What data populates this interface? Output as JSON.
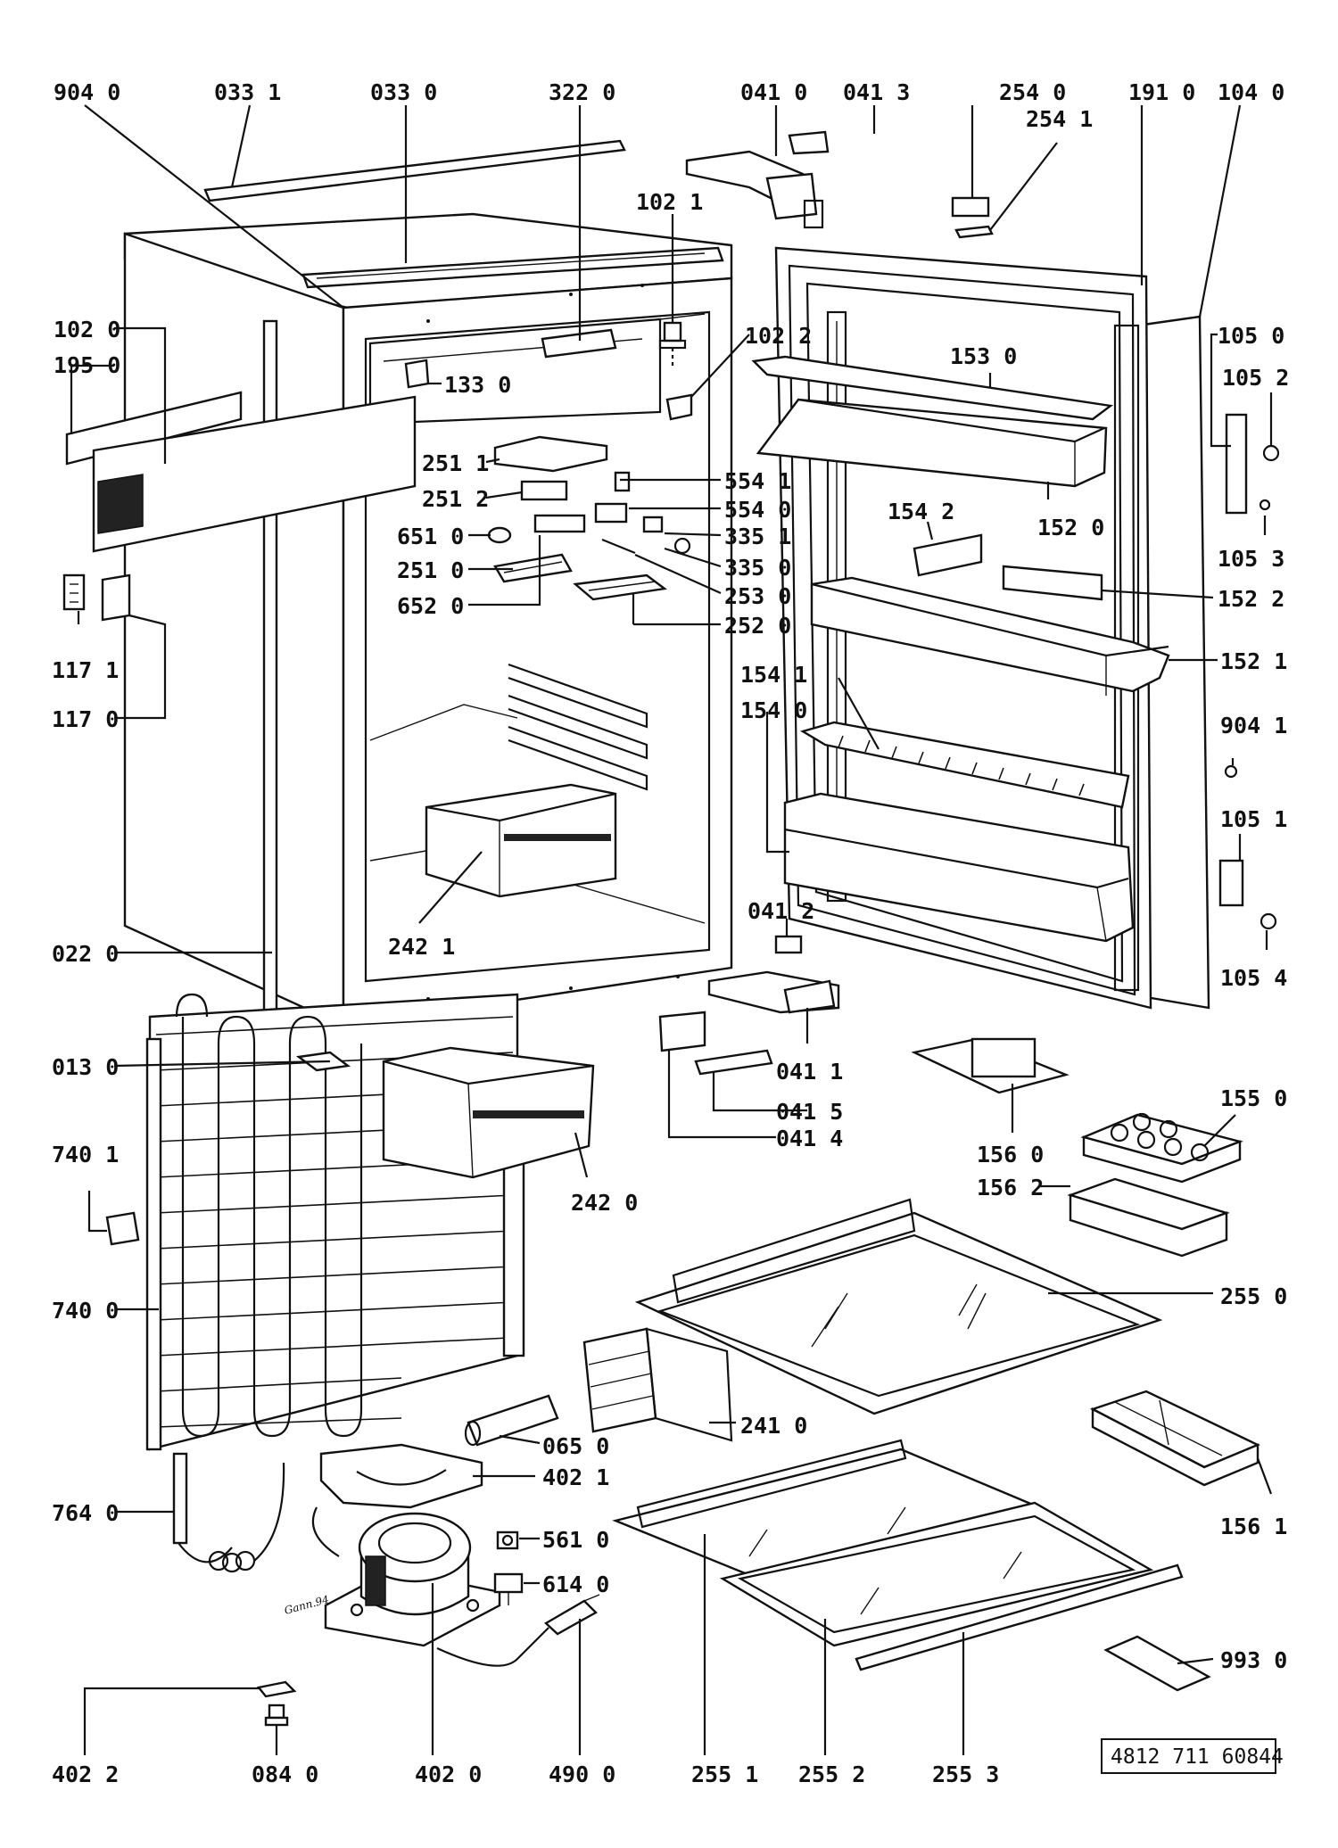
{
  "title": "",
  "document_number": "4812 711 60844",
  "signature": "Gann.94",
  "labels": {
    "l_904_0": "904 0",
    "l_033_1": "033 1",
    "l_033_0": "033 0",
    "l_322_0": "322 0",
    "l_041_0": "041 0",
    "l_041_3": "041 3",
    "l_254_0": "254 0",
    "l_254_1": "254 1",
    "l_191_0": "191 0",
    "l_104_0": "104 0",
    "l_102_1": "102 1",
    "l_102_0": "102 0",
    "l_195_0": "195 0",
    "l_102_2": "102 2",
    "l_133_0": "133 0",
    "l_153_0": "153 0",
    "l_105_0": "105 0",
    "l_105_2": "105 2",
    "l_251_1": "251 1",
    "l_251_2": "251 2",
    "l_554_1": "554 1",
    "l_554_0": "554 0",
    "l_651_0": "651 0",
    "l_335_1": "335 1",
    "l_335_0": "335 0",
    "l_152_0": "152 0",
    "l_105_3": "105 3",
    "l_154_2": "154 2",
    "l_251_0": "251 0",
    "l_253_0": "253 0",
    "l_152_2": "152 2",
    "l_652_0": "652 0",
    "l_252_0": "252 0",
    "l_117_1": "117 1",
    "l_152_1": "152 1",
    "l_154_1": "154 1",
    "l_154_0": "154 0",
    "l_117_0": "117 0",
    "l_904_1": "904 1",
    "l_105_1": "105 1",
    "l_242_1": "242 1",
    "l_041_2": "041 2",
    "l_022_0": "022 0",
    "l_105_4": "105 4",
    "l_013_0": "013 0",
    "l_041_1": "041 1",
    "l_041_5": "041 5",
    "l_041_4": "041 4",
    "l_156_0": "156 0",
    "l_155_0": "155 0",
    "l_740_1": "740 1",
    "l_156_2": "156 2",
    "l_242_0": "242 0",
    "l_740_0": "740 0",
    "l_255_0": "255 0",
    "l_065_0": "065 0",
    "l_241_0": "241 0",
    "l_402_1": "402 1",
    "l_764_0": "764 0",
    "l_156_1": "156 1",
    "l_561_0": "561 0",
    "l_614_0": "614 0",
    "l_993_0": "993 0",
    "l_402_2": "402 2",
    "l_084_0": "084 0",
    "l_402_0": "402 0",
    "l_490_0": "490 0",
    "l_255_1": "255 1",
    "l_255_2": "255 2",
    "l_255_3": "255 3"
  }
}
